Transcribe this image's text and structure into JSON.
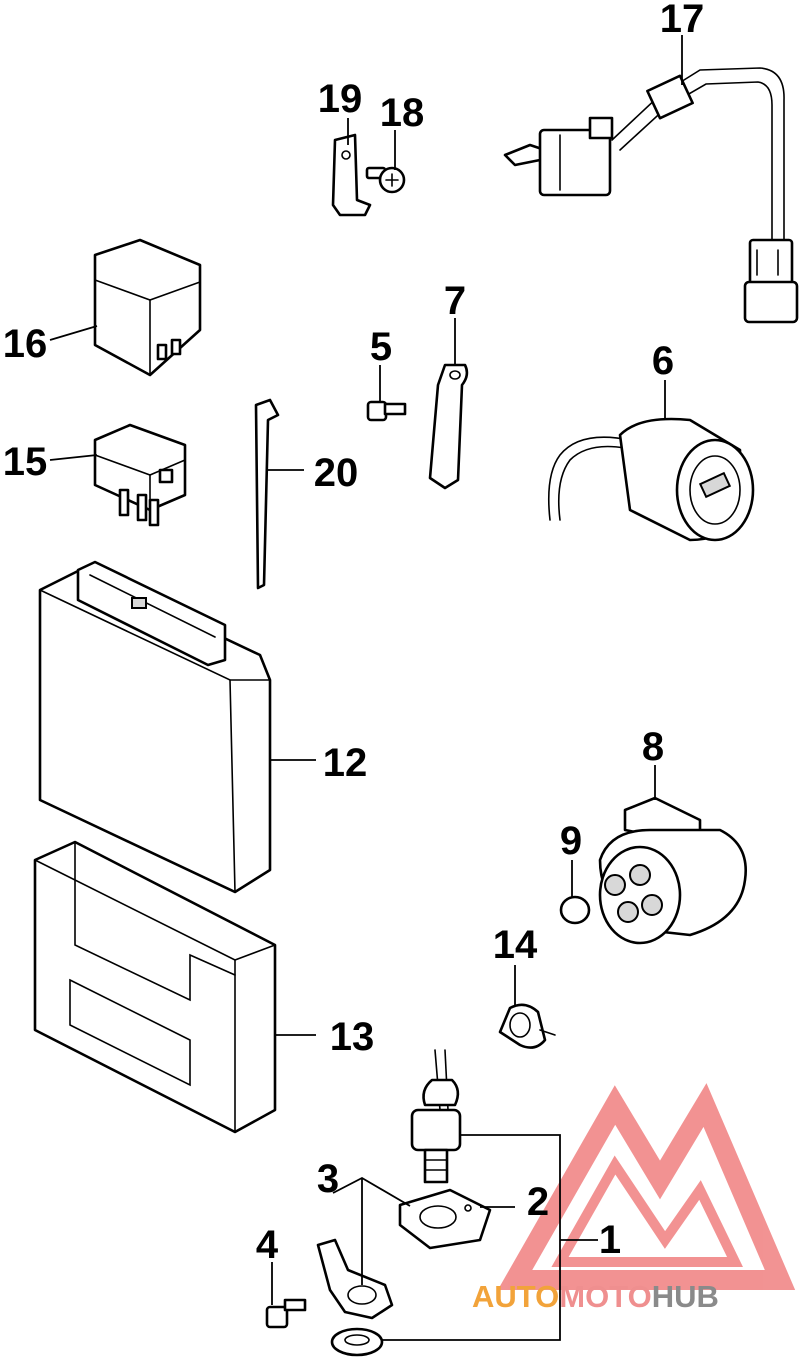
{
  "callouts": [
    "1",
    "2",
    "3",
    "4",
    "5",
    "6",
    "7",
    "8",
    "9",
    "12",
    "13",
    "14",
    "15",
    "16",
    "17",
    "18",
    "19",
    "20"
  ],
  "watermark": {
    "part_a": "AUTO",
    "part_b": "MOTO",
    "part_c": "HUB",
    "colors": {
      "auto": "#f2a33a",
      "moto": "#ef8f8f",
      "hub": "#8a8a8a",
      "logo": "#f08080"
    }
  }
}
